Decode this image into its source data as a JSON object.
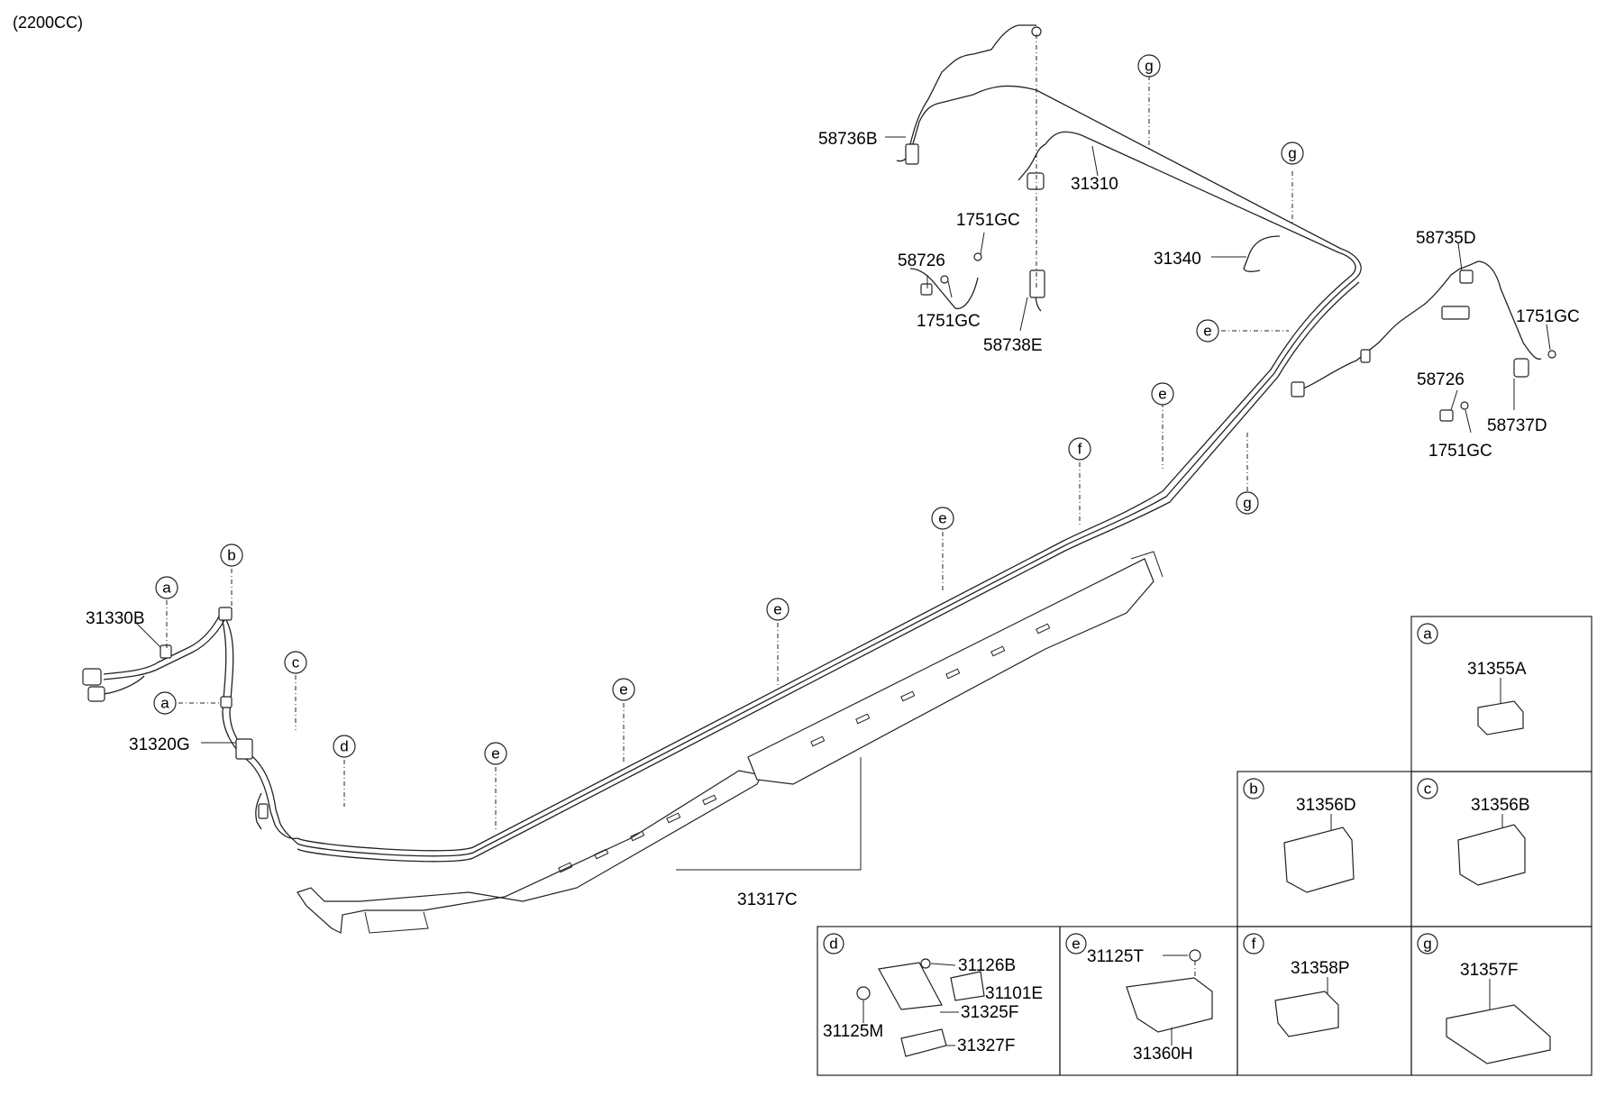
{
  "header": {
    "engine": "(2200CC)"
  },
  "callouts": {
    "p58736B": "58736B",
    "p31310": "31310",
    "p1751GC_a": "1751GC",
    "p58726_a": "58726",
    "p1751GC_b": "1751GC",
    "p58738E": "58738E",
    "p31340": "31340",
    "p58735D": "58735D",
    "p1751GC_c": "1751GC",
    "p58726_b": "58726",
    "p58737D": "58737D",
    "p1751GC_d": "1751GC",
    "p31330B": "31330B",
    "p31320G": "31320G",
    "p31317C": "31317C"
  },
  "markers": [
    "a",
    "b",
    "c",
    "d",
    "e",
    "f",
    "g"
  ],
  "legend": {
    "a": {
      "letter": "a",
      "parts": [
        "31355A"
      ]
    },
    "b": {
      "letter": "b",
      "parts": [
        "31356D"
      ]
    },
    "c": {
      "letter": "c",
      "parts": [
        "31356B"
      ]
    },
    "d": {
      "letter": "d",
      "parts": [
        "31126B",
        "31101E",
        "31325F",
        "31125M",
        "31327F"
      ]
    },
    "e": {
      "letter": "e",
      "parts": [
        "31125T",
        "31360H"
      ]
    },
    "f": {
      "letter": "f",
      "parts": [
        "31358P"
      ]
    },
    "g": {
      "letter": "g",
      "parts": [
        "31357F"
      ]
    }
  }
}
